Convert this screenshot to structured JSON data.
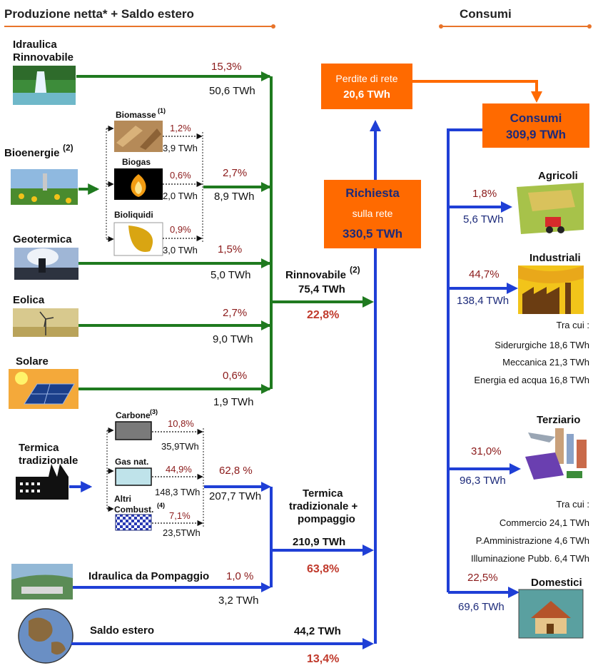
{
  "headers": {
    "production": "Produzione netta* + Saldo estero",
    "consumption": "Consumi"
  },
  "sources": {
    "hydro": {
      "label_l1": "Idraulica",
      "label_l2": "Rinnovabile",
      "pct": "15,3%",
      "value": "50,6 TWh"
    },
    "bioenergy": {
      "label": "Bioenergie",
      "label_sup": "(2)",
      "pct": "2,7%",
      "value": "8,9 TWh",
      "biomass": {
        "label": "Biomasse",
        "sup": "(1)",
        "pct": "1,2%",
        "value": "3,9 TWh"
      },
      "biogas": {
        "label": "Biogas",
        "pct": "0,6%",
        "value": "2,0 TWh"
      },
      "bioliquids": {
        "label": "Bioliquidi",
        "pct": "0,9%",
        "value": "3,0 TWh"
      }
    },
    "geothermal": {
      "label": "Geotermica",
      "pct": "1,5%",
      "value": "5,0 TWh"
    },
    "wind": {
      "label": "Eolica",
      "pct": "2,7%",
      "value": "9,0 TWh"
    },
    "solar": {
      "label": "Solare",
      "pct": "0,6%",
      "value": "1,9 TWh"
    },
    "thermal": {
      "label_l1": "Termica",
      "label_l2": "tradizionale",
      "pct": "62,8 %",
      "value": "207,7 TWh",
      "coal": {
        "label": "Carbone",
        "sup": "(3)",
        "pct": "10,8%",
        "value": "35,9TWh"
      },
      "gas": {
        "label": "Gas nat.",
        "pct": "44,9%",
        "value": "148,3 TWh"
      },
      "other": {
        "label_l1": "Altri",
        "label_l2": "Combust.",
        "sup": "(4)",
        "pct": "7,1%",
        "value": "23,5TWh"
      }
    },
    "pumped": {
      "label": "Idraulica da Pompaggio",
      "pct": "1,0 %",
      "value": "3,2 TWh"
    },
    "foreign": {
      "label": "Saldo estero",
      "value": "44,2 TWh",
      "pct": "13,4%"
    }
  },
  "aggregates": {
    "renewable": {
      "label": "Rinnovabile",
      "sup": "(2)",
      "value": "75,4 TWh",
      "pct": "22,8%"
    },
    "thermal_pump": {
      "label_l1": "Termica",
      "label_l2": "tradizionale +",
      "label_l3": "pompaggio",
      "value": "210,9 TWh",
      "pct": "63,8%"
    }
  },
  "boxes": {
    "demand": {
      "l1": "Richiesta",
      "l2": "sulla rete",
      "l3": "330,5 TWh"
    },
    "losses": {
      "l1": "Perdite di rete",
      "l2": "20,6 TWh"
    },
    "consumption": {
      "l1": "Consumi",
      "l2": "309,9 TWh"
    }
  },
  "consumers": {
    "agriculture": {
      "label": "Agricoli",
      "pct": "1,8%",
      "value": "5,6 TWh"
    },
    "industry": {
      "label": "Industriali",
      "pct": "44,7%",
      "value": "138,4 TWh",
      "among": "Tra cui :",
      "d1": "Siderurgiche 18,6 TWh",
      "d2": "Meccanica 21,3 TWh",
      "d3": "Energia ed acqua 16,8 TWh"
    },
    "tertiary": {
      "label": "Terziario",
      "pct": "31,0%",
      "value": "96,3 TWh",
      "among": "Tra cui :",
      "d1": "Commercio 24,1 TWh",
      "d2": "P.Amministrazione 4,6 TWh",
      "d3": "Illuminazione Pubb. 6,4 TWh"
    },
    "domestic": {
      "label": "Domestici",
      "pct": "22,5%",
      "value": "69,6 TWh"
    }
  },
  "colors": {
    "green": "#1f7a1f",
    "blue": "#1f3fd6",
    "orange": "#ff6a00",
    "header_rule": "#e8742a",
    "pct_red": "#c0392b"
  }
}
